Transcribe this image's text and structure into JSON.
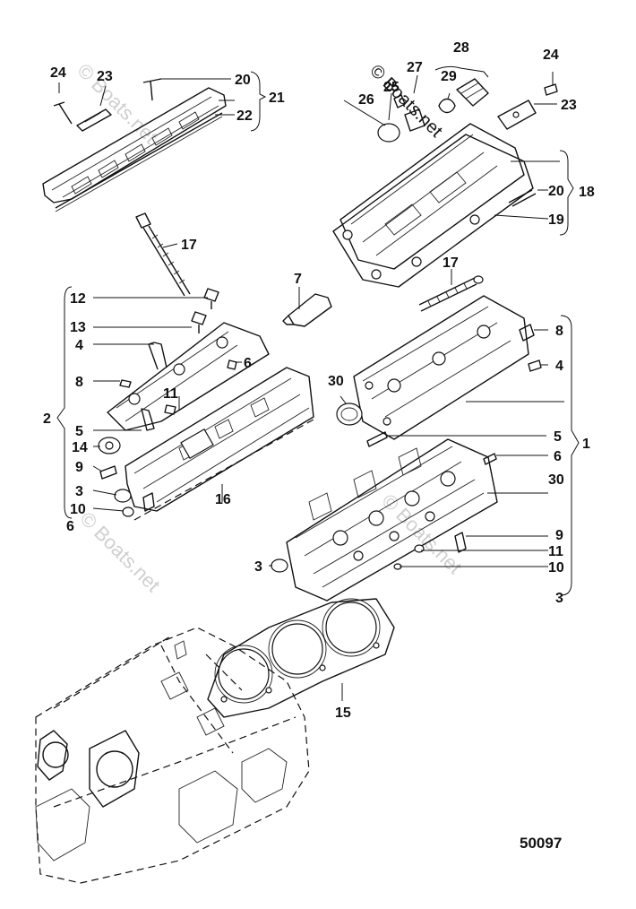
{
  "diagram": {
    "drawing_number": "50097",
    "watermark": "© Boats.net",
    "labels": [
      {
        "id": "l1",
        "text": "24"
      },
      {
        "id": "l2",
        "text": "23"
      },
      {
        "id": "l3",
        "text": "20"
      },
      {
        "id": "l4",
        "text": "21"
      },
      {
        "id": "l5",
        "text": "22"
      },
      {
        "id": "l6",
        "text": "17"
      },
      {
        "id": "l7",
        "text": "12"
      },
      {
        "id": "l8",
        "text": "13"
      },
      {
        "id": "l9",
        "text": "4"
      },
      {
        "id": "l10",
        "text": "6"
      },
      {
        "id": "l11",
        "text": "8"
      },
      {
        "id": "l12",
        "text": "11"
      },
      {
        "id": "l13",
        "text": "2"
      },
      {
        "id": "l14",
        "text": "5"
      },
      {
        "id": "l15",
        "text": "14"
      },
      {
        "id": "l16",
        "text": "9"
      },
      {
        "id": "l17",
        "text": "3"
      },
      {
        "id": "l18",
        "text": "10"
      },
      {
        "id": "l19",
        "text": "6"
      },
      {
        "id": "l20",
        "text": "16"
      },
      {
        "id": "l21",
        "text": "7"
      },
      {
        "id": "l22",
        "text": "28"
      },
      {
        "id": "l23",
        "text": "27"
      },
      {
        "id": "l24",
        "text": "25"
      },
      {
        "id": "l25",
        "text": "29"
      },
      {
        "id": "l26",
        "text": "26"
      },
      {
        "id": "l27",
        "text": "24"
      },
      {
        "id": "l28",
        "text": "23"
      },
      {
        "id": "l29",
        "text": "20"
      },
      {
        "id": "l30",
        "text": "18"
      },
      {
        "id": "l31",
        "text": "19"
      },
      {
        "id": "l32",
        "text": "17"
      },
      {
        "id": "l33",
        "text": "8"
      },
      {
        "id": "l34",
        "text": "4"
      },
      {
        "id": "l35",
        "text": "30"
      },
      {
        "id": "l36",
        "text": "5"
      },
      {
        "id": "l37",
        "text": "1"
      },
      {
        "id": "l38",
        "text": "6"
      },
      {
        "id": "l39",
        "text": "30"
      },
      {
        "id": "l40",
        "text": "9"
      },
      {
        "id": "l41",
        "text": "11"
      },
      {
        "id": "l42",
        "text": "3"
      },
      {
        "id": "l43",
        "text": "10"
      },
      {
        "id": "l44",
        "text": "3"
      },
      {
        "id": "l45",
        "text": "15"
      }
    ]
  }
}
